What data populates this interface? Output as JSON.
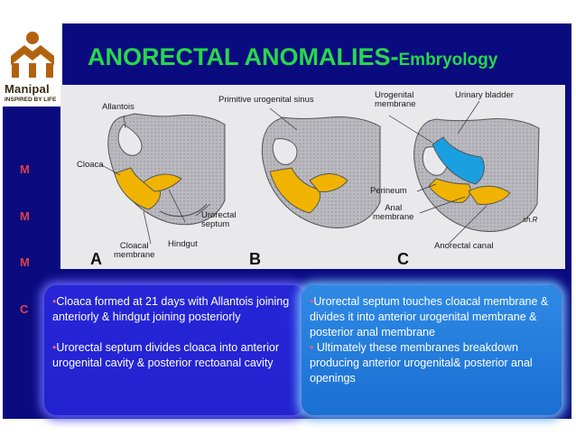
{
  "logo": {
    "name": "Manipal",
    "tagline": "INSPIRED BY LIFE"
  },
  "title": {
    "main": "ANORECTAL ANOMALIES-",
    "sub": "Embryology"
  },
  "sidebar": {
    "letters": [
      "M",
      "M",
      "M",
      "C"
    ]
  },
  "figure": {
    "labels": {
      "allantois": "Allantois",
      "primitive_urogenital_sinus": "Primitive urogenital sinus",
      "urogenital_membrane": "Urogenital\nmembrane",
      "urinary_bladder": "Urinary bladder",
      "cloaca": "Cloaca",
      "urorectal_septum": "Urorectal\nseptum",
      "hindgut": "Hindgut",
      "cloacal_membrane": "Cloacal\nmembrane",
      "perineum": "Perineum",
      "anal_membrane": "Anal\nmembrane",
      "anorectal_canal": "Anorectal canal",
      "signature": "sh.R"
    },
    "panels": [
      "A",
      "B",
      "C"
    ]
  },
  "left_box": {
    "p1": "Cloaca formed at 21 days with Allantois joining anteriorly & hindgut joining posteriorly",
    "p2": "Urorectal septum divides cloaca into anterior urogenital cavity & posterior rectoanal cavity"
  },
  "right_box": {
    "p1": "Urorectal septum touches cloacal membrane & divides it into anterior urogenital membrane & posterior anal membrane",
    "p2": "Ultimately these membranes breakdown producing anterior urogenital& posterior anal openings"
  },
  "colors": {
    "background": "#0b0b80",
    "title": "#27d84a",
    "side_letters": "#e04040",
    "yellow": "#f0b400",
    "blue": "#1aa0e0"
  }
}
